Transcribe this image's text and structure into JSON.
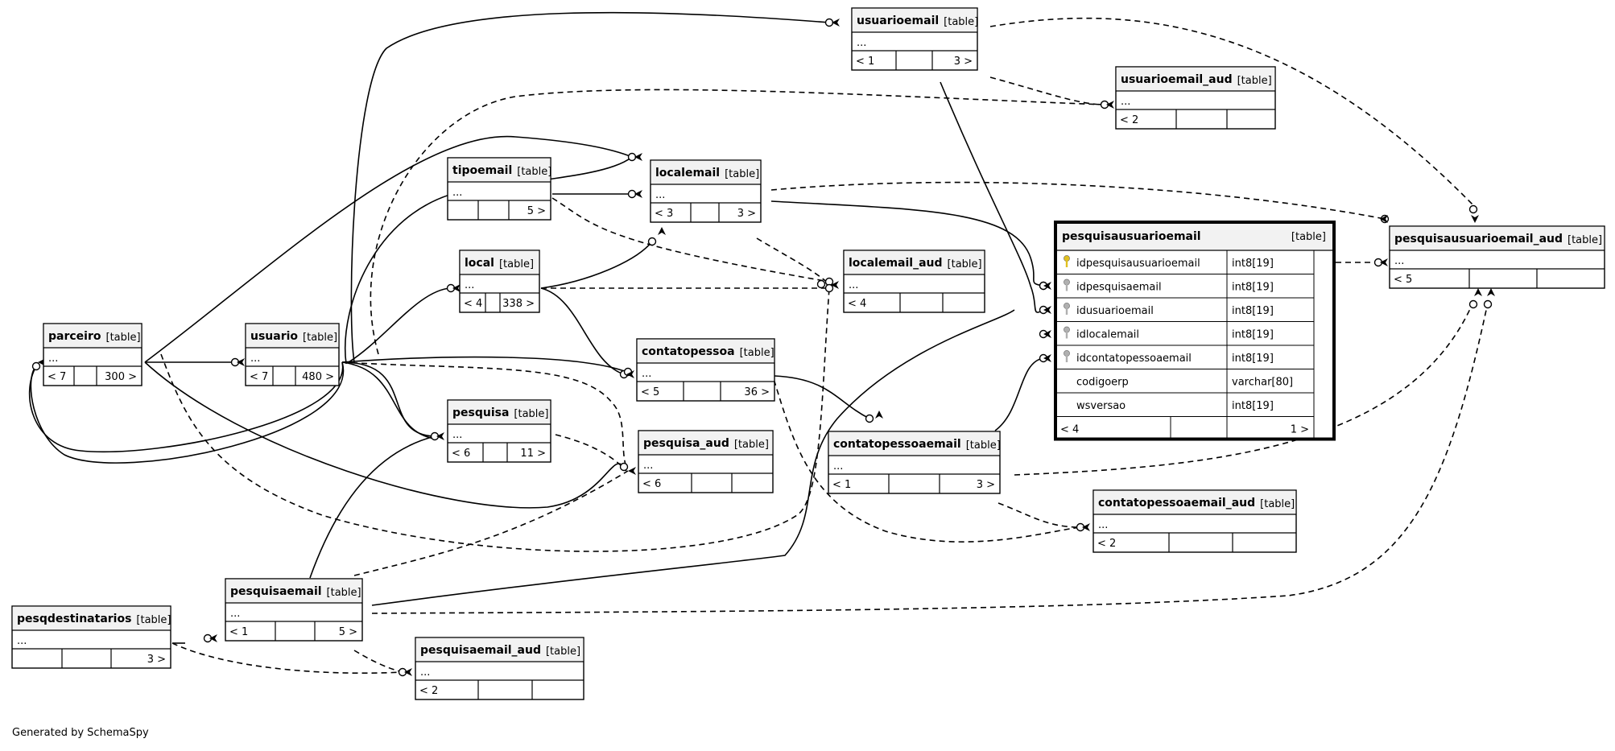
{
  "footer": "Generated by SchemaSpy",
  "type_label": "[table]",
  "tables": [
    {
      "id": "usuarioemail",
      "title": "usuarioemail",
      "rows": [
        "..."
      ],
      "nav": {
        "left": "< 1",
        "right": "3 >"
      }
    },
    {
      "id": "usuarioemail_aud",
      "title": "usuarioemail_aud",
      "rows": [
        "..."
      ],
      "nav": {
        "left": "< 2",
        "right": ""
      }
    },
    {
      "id": "tipoemail",
      "title": "tipoemail",
      "rows": [
        "..."
      ],
      "nav": {
        "left": "",
        "right": "5 >"
      }
    },
    {
      "id": "localemail",
      "title": "localemail",
      "rows": [
        "..."
      ],
      "nav": {
        "left": "< 3",
        "right": "3 >"
      }
    },
    {
      "id": "local",
      "title": "local",
      "rows": [
        "..."
      ],
      "nav": {
        "left": "< 4",
        "right": "338 >"
      }
    },
    {
      "id": "localemail_aud",
      "title": "localemail_aud",
      "rows": [
        "..."
      ],
      "nav": {
        "left": "< 4",
        "right": ""
      }
    },
    {
      "id": "parceiro",
      "title": "parceiro",
      "rows": [
        "..."
      ],
      "nav": {
        "left": "< 7",
        "right": "300 >"
      }
    },
    {
      "id": "usuario",
      "title": "usuario",
      "rows": [
        "..."
      ],
      "nav": {
        "left": "< 7",
        "right": "480 >"
      }
    },
    {
      "id": "contatopessoa",
      "title": "contatopessoa",
      "rows": [
        "..."
      ],
      "nav": {
        "left": "< 5",
        "right": "36 >"
      }
    },
    {
      "id": "pesquisa",
      "title": "pesquisa",
      "rows": [
        "..."
      ],
      "nav": {
        "left": "< 6",
        "right": "11 >"
      }
    },
    {
      "id": "pesquisa_aud",
      "title": "pesquisa_aud",
      "rows": [
        "..."
      ],
      "nav": {
        "left": "< 6",
        "right": ""
      }
    },
    {
      "id": "contatopessoaemail",
      "title": "contatopessoaemail",
      "rows": [
        "..."
      ],
      "nav": {
        "left": "< 1",
        "right": "3 >"
      }
    },
    {
      "id": "contatopessoaemail_aud",
      "title": "contatopessoaemail_aud",
      "rows": [
        "..."
      ],
      "nav": {
        "left": "< 2",
        "right": ""
      }
    },
    {
      "id": "pesquisausuarioemail_aud",
      "title": "pesquisausuarioemail_aud",
      "rows": [
        "..."
      ],
      "nav": {
        "left": "< 5",
        "right": ""
      }
    },
    {
      "id": "pesquisaemail",
      "title": "pesquisaemail",
      "rows": [
        "..."
      ],
      "nav": {
        "left": "< 1",
        "right": "5 >"
      }
    },
    {
      "id": "pesqdestinatarios",
      "title": "pesqdestinatarios",
      "rows": [
        "..."
      ],
      "nav": {
        "left": "",
        "right": "3 >"
      }
    },
    {
      "id": "pesquisaemail_aud",
      "title": "pesquisaemail_aud",
      "rows": [
        "..."
      ],
      "nav": {
        "left": "< 2",
        "right": ""
      }
    }
  ],
  "focus_table": {
    "id": "pesquisausuarioemail",
    "title": "pesquisausuarioemail",
    "columns": [
      {
        "name": "idpesquisausuarioemail",
        "type": "int8[19]",
        "key": "primary-key-icon"
      },
      {
        "name": "idpesquisaemail",
        "type": "int8[19]",
        "key": "foreign-key-icon"
      },
      {
        "name": "idusuarioemail",
        "type": "int8[19]",
        "key": "foreign-key-icon"
      },
      {
        "name": "idlocalemail",
        "type": "int8[19]",
        "key": "foreign-key-icon"
      },
      {
        "name": "idcontatopessoaemail",
        "type": "int8[19]",
        "key": "foreign-key-icon"
      },
      {
        "name": "codigoerp",
        "type": "varchar[80]",
        "key": ""
      },
      {
        "name": "wsversao",
        "type": "int8[19]",
        "key": ""
      }
    ],
    "nav": {
      "left": "< 4",
      "right": "1 >"
    }
  },
  "colors": {
    "primary_key": "#e0c020",
    "foreign_key": "#b0b0b0",
    "header_bg": "#f2f2f2"
  }
}
